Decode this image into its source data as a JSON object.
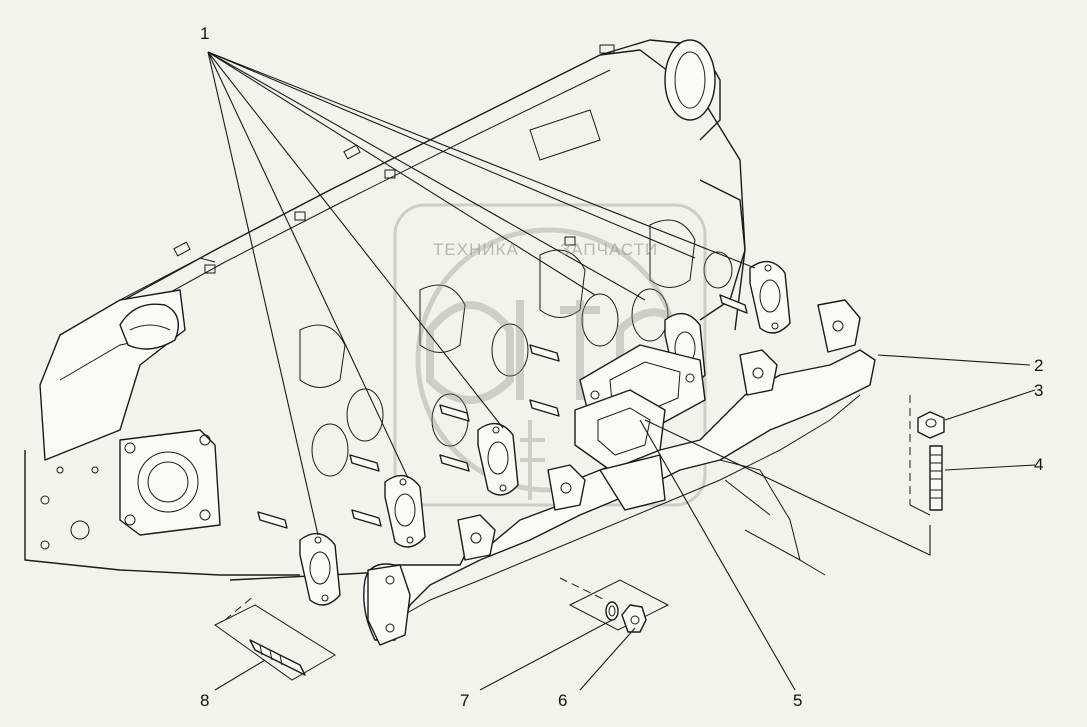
{
  "callouts": {
    "c1": "1",
    "c2": "2",
    "c3": "3",
    "c4": "4",
    "c5": "5",
    "c6": "6",
    "c7": "7",
    "c8": "8"
  },
  "watermark": {
    "text_left": "ТЕХНИКА",
    "text_right": "ЗАПЧАСТИ",
    "logo": "elte"
  },
  "colors": {
    "background": "#f3f3ec",
    "ink": "#1a1a1a",
    "watermark": "#9a9a92"
  }
}
